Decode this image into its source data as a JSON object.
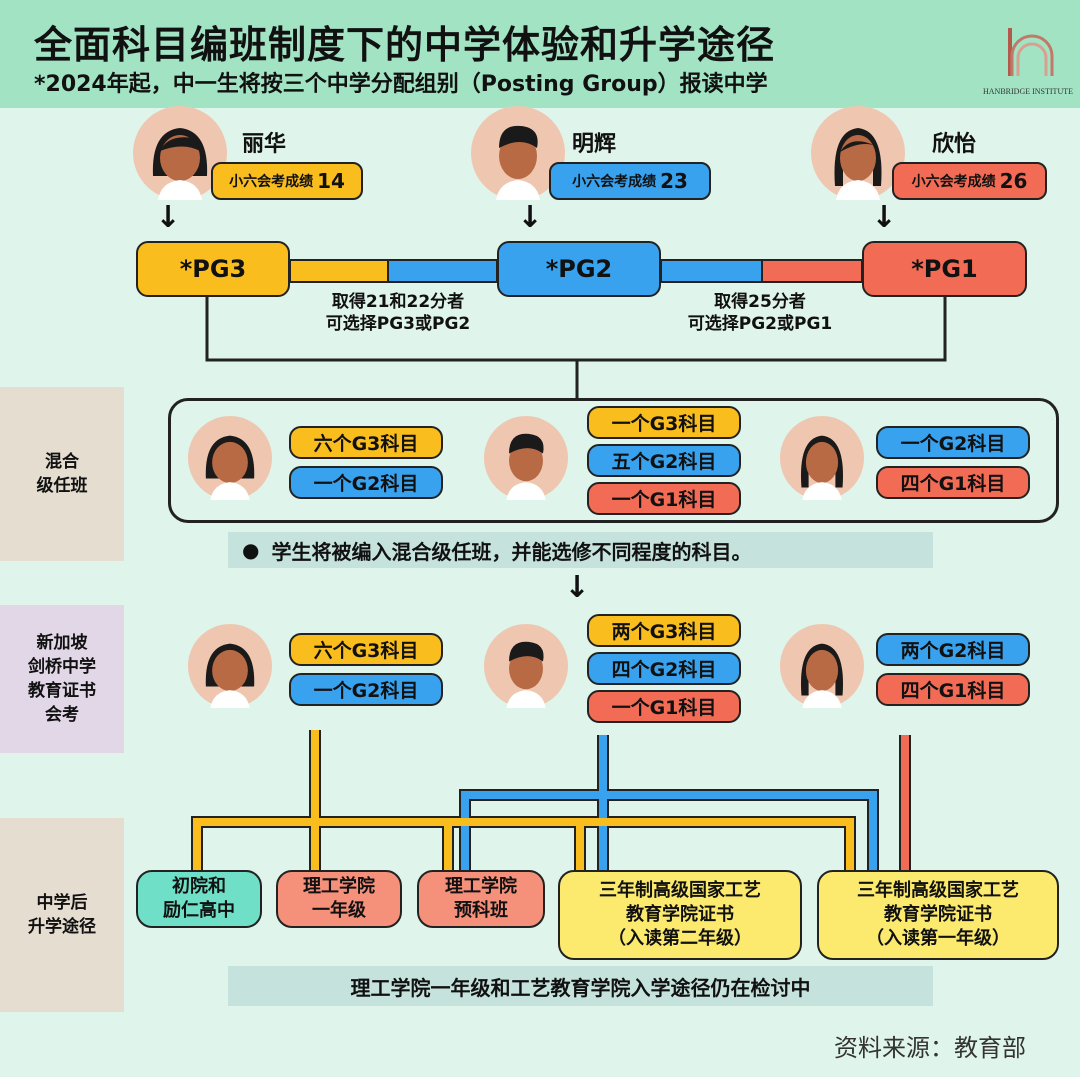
{
  "header": {
    "title": "全面科目编班制度下的中学体验和升学途径",
    "subtitle": "*2024年起，中一生将按三个中学分配组别（Posting Group）报读中学",
    "logo_text": "HANBRIDGE INSTITUTE"
  },
  "students": [
    {
      "name": "丽华",
      "score_label": "小六会考成绩",
      "score": "14"
    },
    {
      "name": "明辉",
      "score_label": "小六会考成绩",
      "score": "23"
    },
    {
      "name": "欣怡",
      "score_label": "小六会考成绩",
      "score": "26"
    }
  ],
  "posting_groups": [
    "*PG3",
    "*PG2",
    "*PG1"
  ],
  "choice_notes": [
    {
      "line1": "取得21和22分者",
      "line2": "可选择PG3或PG2"
    },
    {
      "line1": "取得25分者",
      "line2": "可选择PG2或PG1"
    }
  ],
  "sections": {
    "mixed": [
      "混合",
      "级任班"
    ],
    "exam": [
      "新加坡",
      "剑桥中学",
      "教育证书",
      "会考"
    ],
    "post": [
      "中学后",
      "升学途径"
    ]
  },
  "mixed_subjects": [
    [
      "六个G3科目",
      "一个G2科目"
    ],
    [
      "一个G3科目",
      "五个G2科目",
      "一个G1科目"
    ],
    [
      "一个G2科目",
      "四个G1科目"
    ]
  ],
  "mixed_caption": "学生将被编入混合级任班，并能选修不同程度的科目。",
  "exam_subjects": [
    [
      "六个G3科目",
      "一个G2科目"
    ],
    [
      "两个G3科目",
      "四个G2科目",
      "一个G1科目"
    ],
    [
      "两个G2科目",
      "四个G1科目"
    ]
  ],
  "destinations": [
    {
      "lines": [
        "初院和",
        "励仁高中"
      ]
    },
    {
      "lines": [
        "理工学院",
        "一年级"
      ]
    },
    {
      "lines": [
        "理工学院",
        "预科班"
      ]
    },
    {
      "lines": [
        "三年制高级国家工艺",
        "教育学院证书",
        "（入读第二年级）"
      ]
    },
    {
      "lines": [
        "三年制高级国家工艺",
        "教育学院证书",
        "（入读第一年级）"
      ]
    }
  ],
  "review_note": "理工学院一年级和工艺教育学院入学途径仍在检讨中",
  "source": "资料来源：教育部",
  "colors": {
    "g3": "#f9bd1e",
    "g2": "#38a2ef",
    "g1": "#f26b55",
    "header": "#a2e3c4",
    "background": "#dff4ea"
  }
}
